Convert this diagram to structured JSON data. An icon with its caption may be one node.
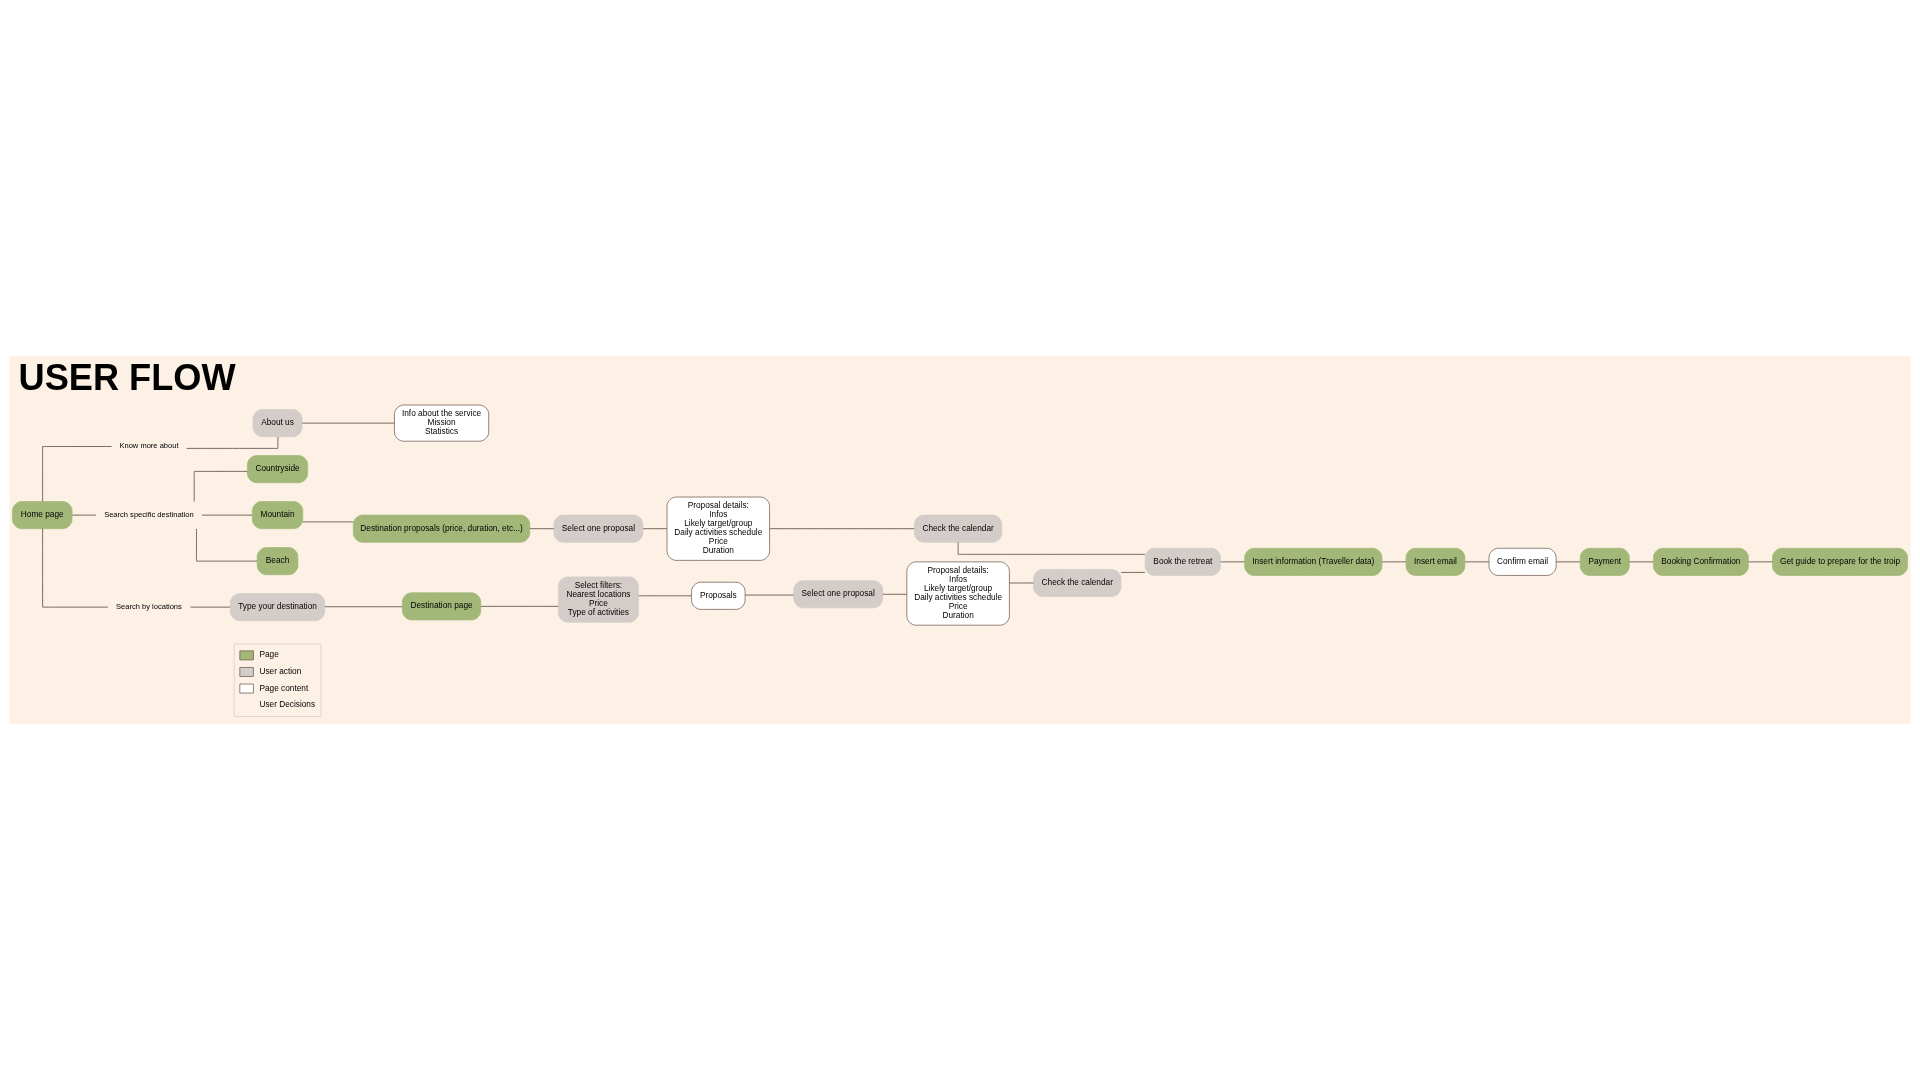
{
  "diagram": {
    "title": "USER FLOW",
    "nodes": [
      {
        "text": [
          "Home page"
        ]
      },
      {
        "text": [
          "Know more about"
        ]
      },
      {
        "text": [
          "About us"
        ]
      },
      {
        "text": [
          "Info about the service",
          "Mission",
          "Statistics"
        ]
      },
      {
        "text": [
          "Search specific destination"
        ]
      },
      {
        "text": [
          "Countryside"
        ]
      },
      {
        "text": [
          "Mountain"
        ]
      },
      {
        "text": [
          "Beach"
        ]
      },
      {
        "text": [
          "Destination proposals (price, duration, etc...)"
        ]
      },
      {
        "text": [
          "Select one proposal"
        ]
      },
      {
        "text": [
          "Proposal details:",
          "Infos",
          "Likely target/group",
          "Daily activities schedule",
          "Price",
          "Duration"
        ]
      },
      {
        "text": [
          "Check the calendar"
        ]
      },
      {
        "text": [
          "Search by locations"
        ]
      },
      {
        "text": [
          "Type your destination"
        ]
      },
      {
        "text": [
          "Destination page"
        ]
      },
      {
        "text": [
          "Select filters:",
          "Nearest locations",
          "Price",
          "Type of activities"
        ]
      },
      {
        "text": [
          "Proposals"
        ]
      },
      {
        "text": [
          "Select one proposal"
        ]
      },
      {
        "text": [
          "Proposal details:",
          "Infos",
          "Likely target/group",
          "Daily activities schedule",
          "Price",
          "Duration"
        ]
      },
      {
        "text": [
          "Check the calendar"
        ]
      },
      {
        "text": [
          "Book the retreat"
        ]
      },
      {
        "text": [
          "Insert information (Traveller data)"
        ]
      },
      {
        "text": [
          "Insert email"
        ]
      },
      {
        "text": [
          "Confirm email"
        ]
      },
      {
        "text": [
          "Payment"
        ]
      },
      {
        "text": [
          "Booking Confirmation"
        ]
      },
      {
        "text": [
          "Get guide to prepare for the troip"
        ]
      }
    ],
    "edges": [
      {
        "from": 0,
        "to": 1,
        "arrow": "none"
      },
      {
        "from": 1,
        "to": 2,
        "arrow": "none"
      },
      {
        "from": 2,
        "to": 3,
        "arrow": "none"
      },
      {
        "from": 0,
        "to": 4,
        "arrow": "none"
      },
      {
        "from": 4,
        "to": 5,
        "arrow": "none"
      },
      {
        "from": 4,
        "to": 6,
        "arrow": "none"
      },
      {
        "from": 4,
        "to": 7,
        "arrow": "none"
      },
      {
        "from": 6,
        "to": 8,
        "arrow": "none"
      },
      {
        "from": 8,
        "to": 9,
        "arrow": "none"
      },
      {
        "from": 9,
        "to": 10,
        "arrow": "none"
      },
      {
        "from": 10,
        "to": 11,
        "arrow": "none"
      },
      {
        "from": 11,
        "to": 20,
        "arrow": "none"
      },
      {
        "from": 0,
        "to": 12,
        "arrow": "none"
      },
      {
        "from": 12,
        "to": 13,
        "arrow": "none"
      },
      {
        "from": 13,
        "to": 14,
        "arrow": "none"
      },
      {
        "from": 14,
        "to": 15,
        "arrow": "none"
      },
      {
        "from": 15,
        "to": 16,
        "arrow": "none"
      },
      {
        "from": 16,
        "to": 17,
        "arrow": "none"
      },
      {
        "from": 17,
        "to": 18,
        "arrow": "none"
      },
      {
        "from": 18,
        "to": 19,
        "arrow": "none"
      },
      {
        "from": 19,
        "to": 20,
        "arrow": "none"
      },
      {
        "from": 20,
        "to": 21,
        "arrow": "none"
      },
      {
        "from": 21,
        "to": 22,
        "arrow": "none"
      },
      {
        "from": 22,
        "to": 23,
        "arrow": "none"
      },
      {
        "from": 23,
        "to": 24,
        "arrow": "none"
      },
      {
        "from": 24,
        "to": 25,
        "arrow": "none"
      },
      {
        "from": 25,
        "to": 26,
        "arrow": "none"
      }
    ],
    "legend": [
      {
        "text": "Page",
        "color": "#a3b878"
      },
      {
        "text": "User action",
        "color": "#d3ccc8"
      },
      {
        "text": "Page content",
        "color": "#ffffff"
      },
      {
        "text": "User Decisions"
      }
    ]
  }
}
